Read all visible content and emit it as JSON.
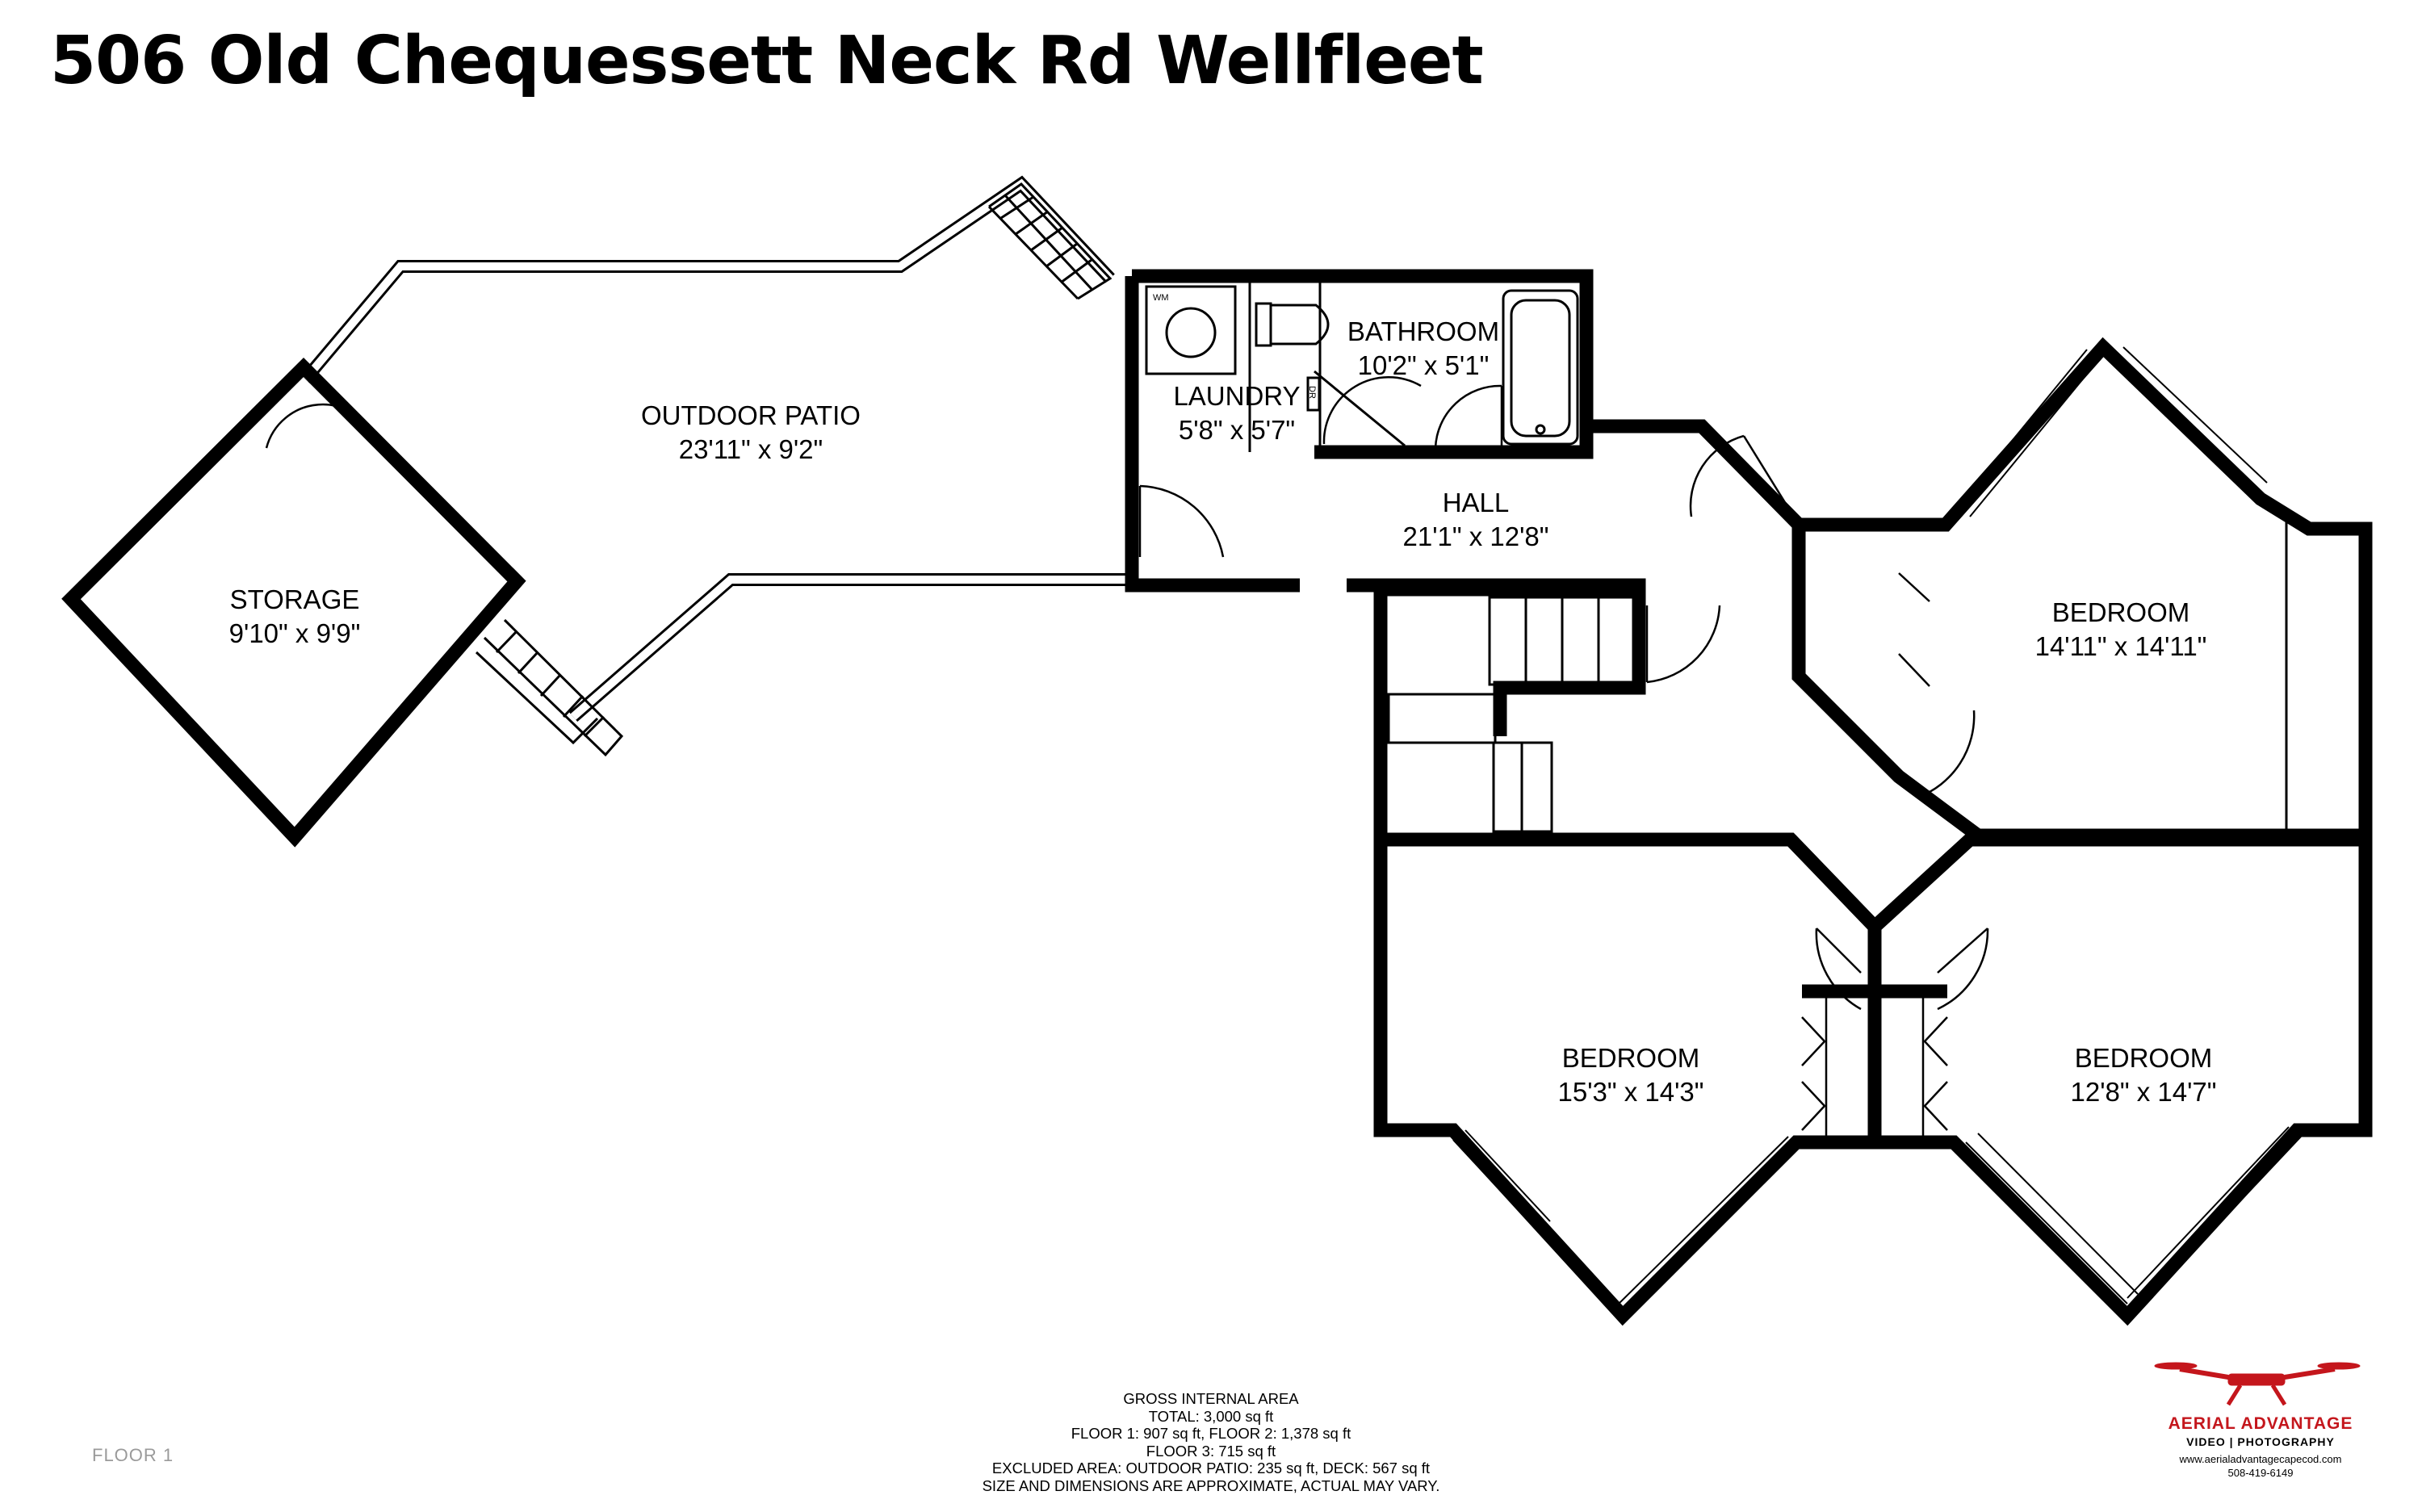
{
  "title": "506 Old Chequessett Neck Rd Wellfleet",
  "floor_label": "FLOOR 1",
  "rooms": {
    "outdoor_patio": {
      "name": "OUTDOOR PATIO",
      "dims": "23'11\" x 9'2\""
    },
    "storage": {
      "name": "STORAGE",
      "dims": "9'10\" x 9'9\""
    },
    "bathroom": {
      "name": "BATHROOM",
      "dims": "10'2\" x 5'1\""
    },
    "laundry": {
      "name": "LAUNDRY",
      "dims": "5'8\" x 5'7\""
    },
    "hall": {
      "name": "HALL",
      "dims": "21'1\" x 12'8\""
    },
    "bedroom_east": {
      "name": "BEDROOM",
      "dims": "14'11\" x 14'11\""
    },
    "bedroom_southwest": {
      "name": "BEDROOM",
      "dims": "15'3\" x 14'3\""
    },
    "bedroom_southeast": {
      "name": "BEDROOM",
      "dims": "12'8\" x 14'7\""
    }
  },
  "fixtures": {
    "washer": "WM",
    "dryer": "DR"
  },
  "area_summary": {
    "heading": "GROSS INTERNAL AREA",
    "total": "TOTAL: 3,000 sq ft",
    "floors_1_2": "FLOOR 1: 907 sq ft, FLOOR 2: 1,378 sq ft",
    "floor_3": "FLOOR 3: 715 sq ft",
    "excluded": "EXCLUDED AREA: OUTDOOR PATIO: 235 sq ft, DECK: 567 sq ft",
    "disclaimer": "SIZE AND DIMENSIONS ARE APPROXIMATE, ACTUAL MAY VARY."
  },
  "brand": {
    "name": "AERIAL ADVANTAGE",
    "tagline": "VIDEO | PHOTOGRAPHY",
    "website": "www.aerialadvantagecapecod.com",
    "phone": "508-419-6149",
    "accent_color": "#c4161c"
  }
}
